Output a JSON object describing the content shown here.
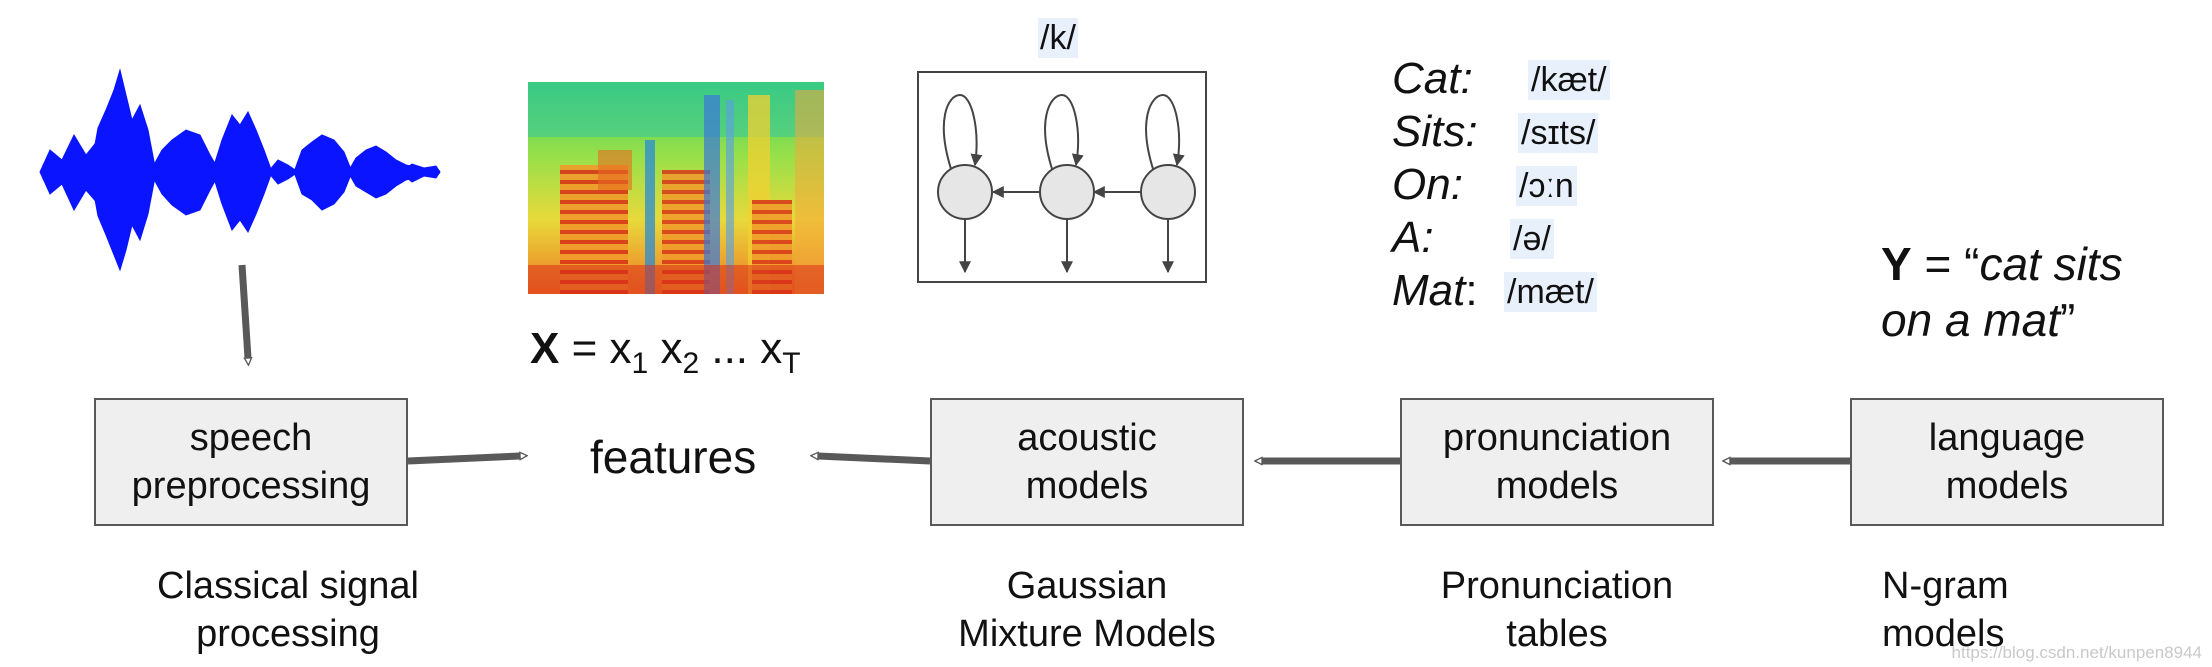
{
  "boxes": {
    "speech": [
      "speech",
      "preprocessing"
    ],
    "acoustic": [
      "acoustic",
      "models"
    ],
    "pronunciation": [
      "pronunciation",
      "models"
    ],
    "language": [
      "language",
      "models"
    ]
  },
  "features_label": "features",
  "captions": {
    "speech": [
      "Classical signal",
      "processing"
    ],
    "acoustic": [
      "Gaussian",
      "Mixture Models"
    ],
    "pronunciation": [
      "Pronunciation",
      "tables"
    ],
    "language": [
      "N-gram",
      "models"
    ]
  },
  "x_equation": {
    "bold": "X",
    "eq": " = ",
    "x1": "x",
    "s1": "1",
    "x2": "x",
    "s2": "2",
    "dots": " ... ",
    "xT": "x",
    "sT": "T"
  },
  "hmm_label": "/k/",
  "lexicon": [
    {
      "word": "Cat:",
      "ipa": "/kæt/"
    },
    {
      "word": "Sits:",
      "ipa": "/sɪts/"
    },
    {
      "word": "On:",
      "ipa": "/ɔːn"
    },
    {
      "word": "A:",
      "ipa": "/ə/"
    },
    {
      "word": "Mat",
      "word_suffix": ":",
      "ipa": "/mæt/"
    }
  ],
  "y_equation": {
    "bold": "Y",
    "eq": " = “",
    "line1": "cat sits",
    "line2": "on a mat",
    "close": "”"
  },
  "watermark": "https://blog.csdn.net/kunpen8944",
  "colors": {
    "box_fill": "#efefef",
    "box_border": "#595959",
    "arrow": "#595959",
    "waveform": "#0a14ff",
    "ipa_highlight": "#e8f0fb"
  }
}
